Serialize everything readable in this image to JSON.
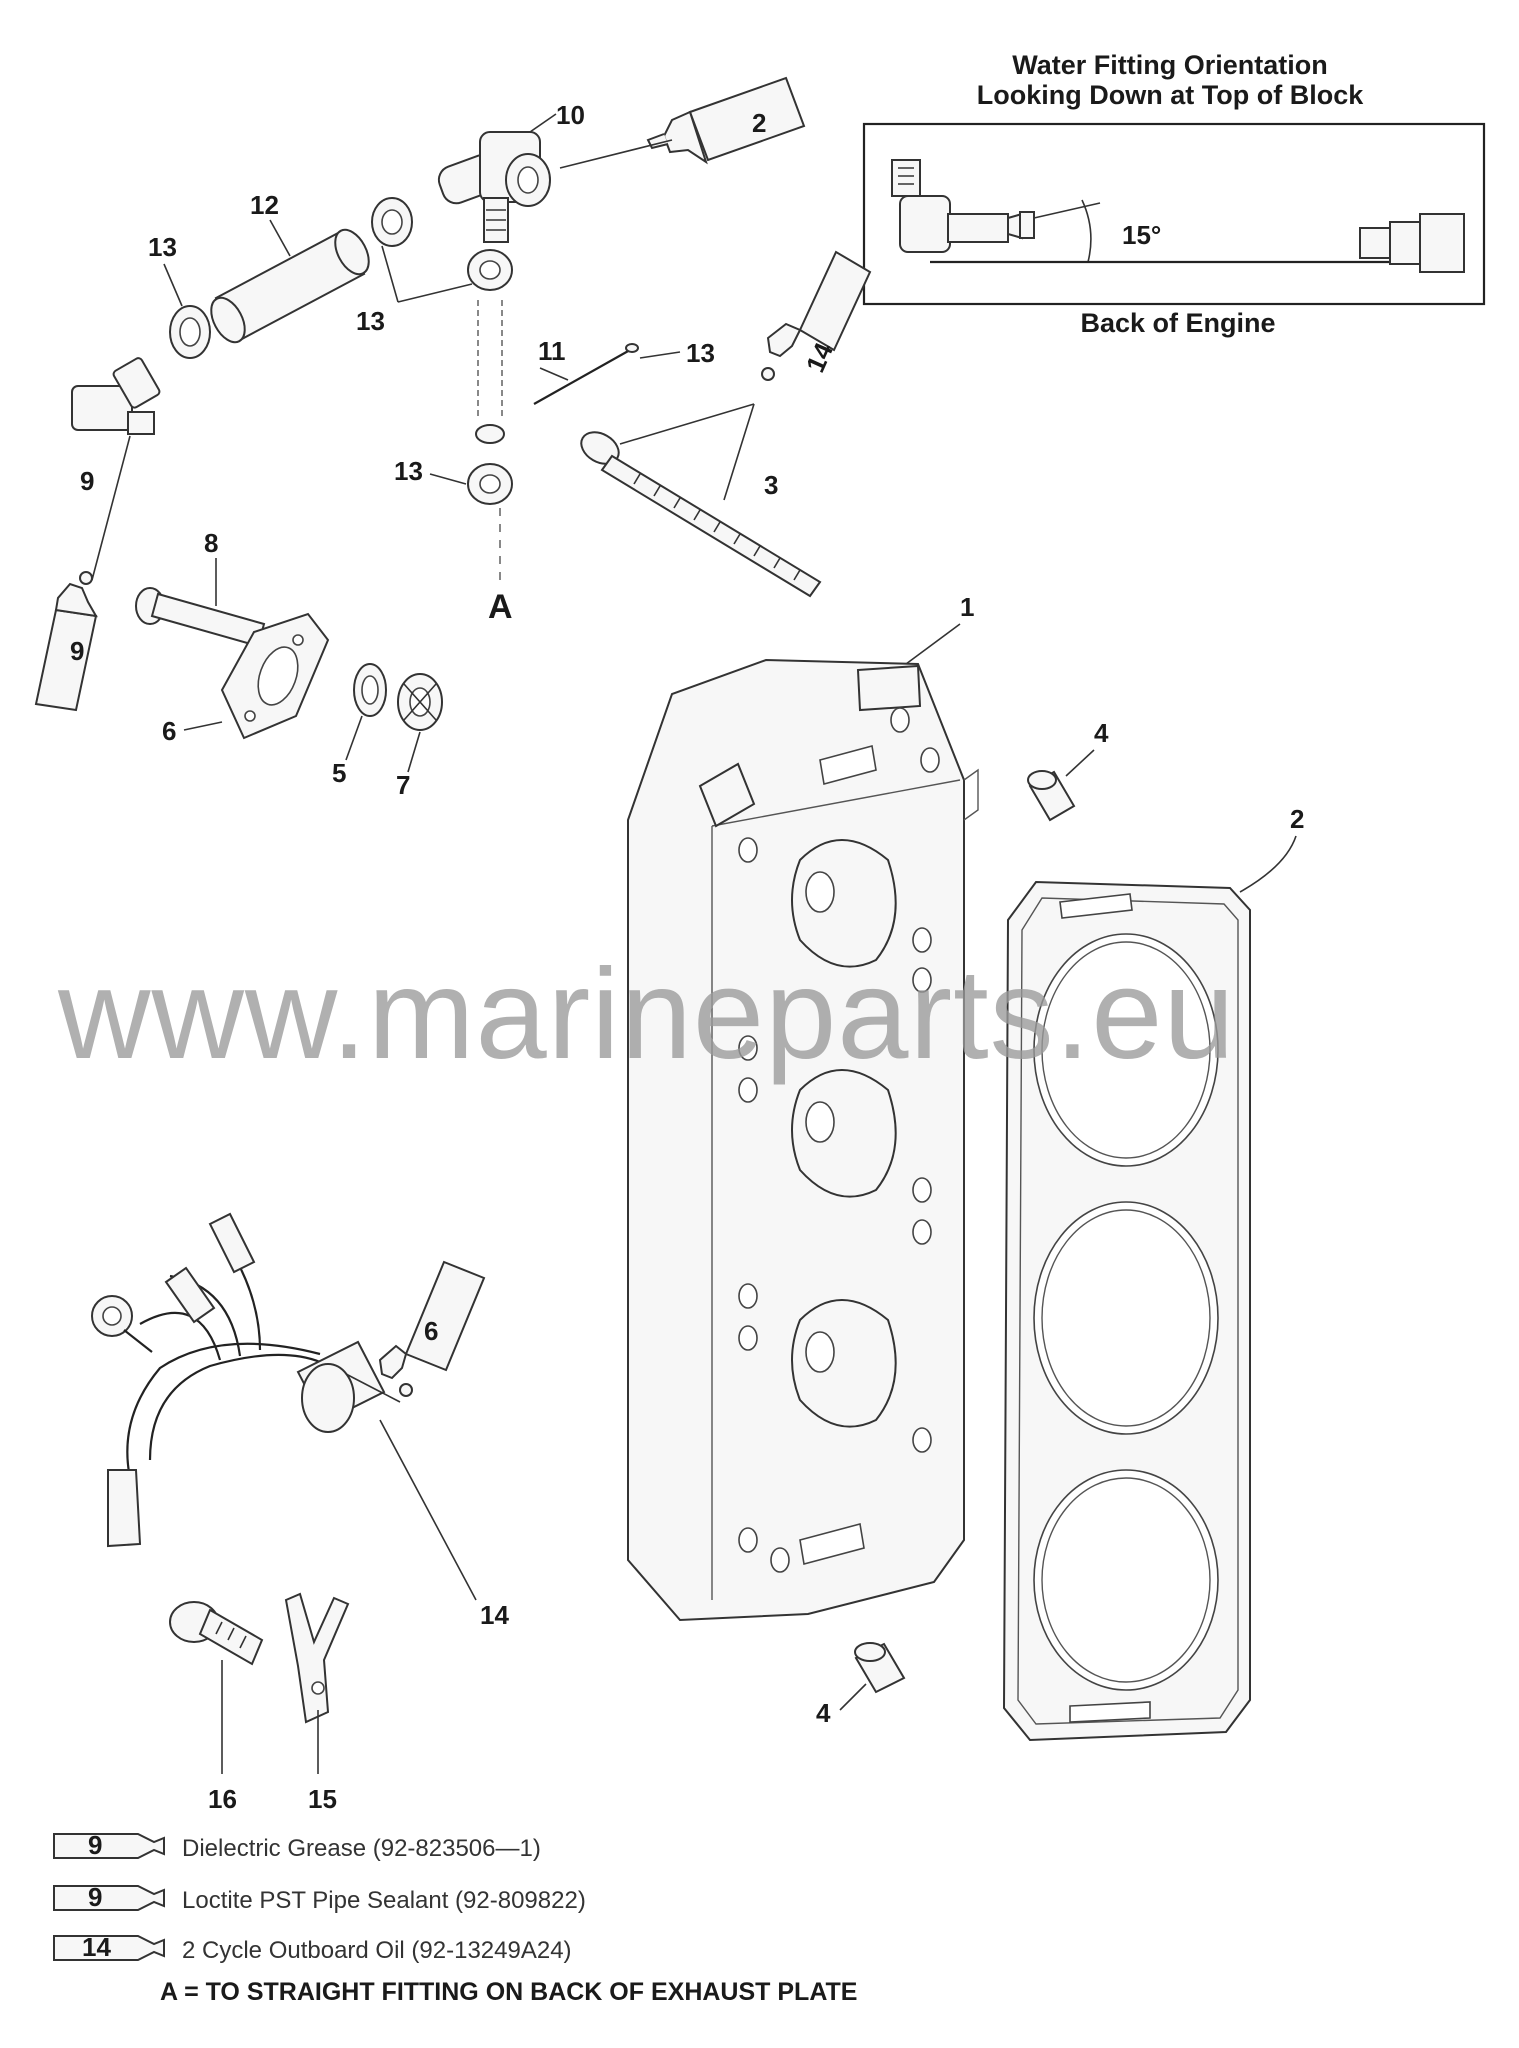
{
  "inset": {
    "title_line1": "Water Fitting Orientation",
    "title_line2": "Looking Down at Top of Block",
    "angle_label": "15°",
    "caption": "Back of Engine"
  },
  "callouts": {
    "c1": "1",
    "c2": "2",
    "c3": "3",
    "c4a": "4",
    "c4b": "4",
    "c5": "5",
    "c6": "6",
    "c7": "7",
    "c8": "8",
    "c9": "9",
    "c10": "10",
    "c11": "11",
    "c12": "12",
    "c13a": "13",
    "c13b": "13",
    "c13c": "13",
    "c13d": "13",
    "c14": "14",
    "c15": "15",
    "c16": "16",
    "cA": "A"
  },
  "tubes": {
    "t_top": "2",
    "t_mid": "14",
    "t_left": "9",
    "t_harness": "6"
  },
  "legend": [
    {
      "tube": "9",
      "text": "Dielectric Grease (92-823506—1)"
    },
    {
      "tube": "9",
      "text": "Loctite PST Pipe Sealant (92-809822)"
    },
    {
      "tube": "14",
      "text": "2 Cycle Outboard Oil (92-13249A24)"
    }
  ],
  "footnote": "A = TO STRAIGHT FITTING ON BACK OF EXHAUST PLATE",
  "watermark": "www.marineparts.eu"
}
